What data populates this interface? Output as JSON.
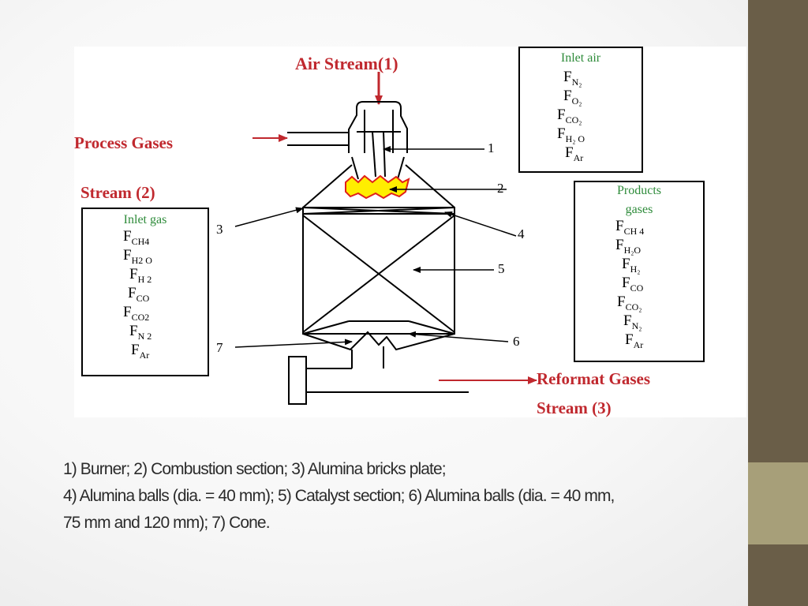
{
  "diagram": {
    "air_stream_label": "Air Stream(1)",
    "process_gases_label": "Process Gases",
    "stream2_label": "Stream (2)",
    "reformat_gases_label": "Reformat Gases",
    "stream3_label": "Stream (3)",
    "callouts": [
      "1",
      "2",
      "3",
      "4",
      "5",
      "6",
      "7"
    ],
    "inlet_air": {
      "title": "Inlet air",
      "items": [
        {
          "base": "F",
          "sub": "N₂"
        },
        {
          "base": "F",
          "sub": "O₂"
        },
        {
          "base": "F",
          "sub": "CO₂"
        },
        {
          "base": "F",
          "sub": "H₂ O"
        },
        {
          "base": "F",
          "sub": "Ar"
        }
      ]
    },
    "inlet_gas": {
      "title": "Inlet gas",
      "items": [
        {
          "base": "F",
          "sub": "CH4"
        },
        {
          "base": "F",
          "sub": "H2 O"
        },
        {
          "base": "F",
          "sub": "H 2"
        },
        {
          "base": "F",
          "sub": "CO"
        },
        {
          "base": "F",
          "sub": "CO2"
        },
        {
          "base": "F",
          "sub": "N 2"
        },
        {
          "base": "F",
          "sub": "Ar"
        }
      ]
    },
    "products_gases": {
      "title_line1": "Products",
      "title_line2": "gases",
      "items": [
        {
          "base": "F",
          "sub": "CH 4"
        },
        {
          "base": "F",
          "sub": "H₂O"
        },
        {
          "base": "F",
          "sub": "H₂"
        },
        {
          "base": "F",
          "sub": "CO"
        },
        {
          "base": "F",
          "sub": "CO₂"
        },
        {
          "base": "F",
          "sub": "N₂"
        },
        {
          "base": "F",
          "sub": "Ar"
        }
      ]
    }
  },
  "caption": {
    "line1": "1) Burner; 2) Combustion section; 3) Alumina bricks plate;",
    "line2": "4) Alumina balls (dia. = 40 mm); 5) Catalyst section; 6) Alumina balls (dia. = 40 mm,",
    "line3": "75 mm and 120 mm); 7) Cone."
  },
  "colors": {
    "label_red": "#c0282e",
    "label_green": "#2e8b3a",
    "flame_yellow": "#ffee00",
    "flame_red": "#e0201a",
    "sidebar_dark": "#6a5e48",
    "sidebar_accent": "#a79f79"
  }
}
